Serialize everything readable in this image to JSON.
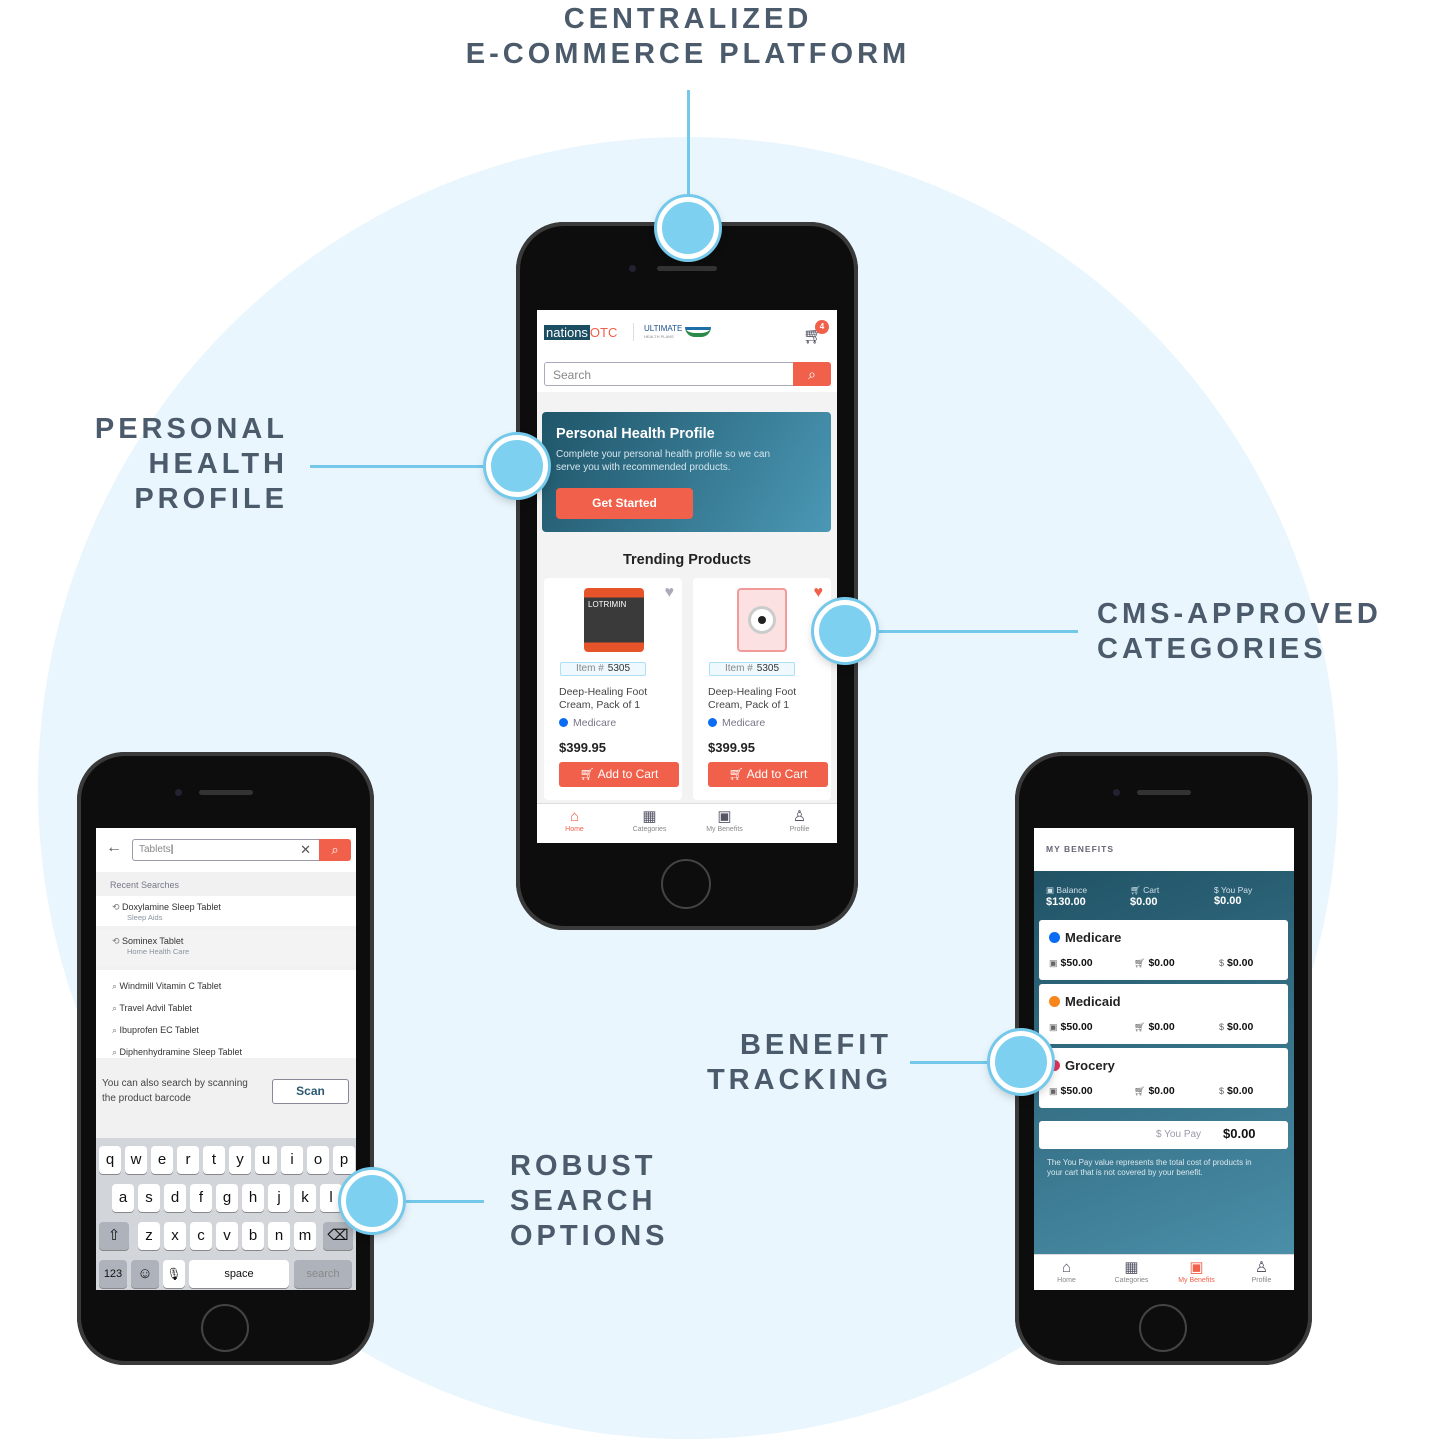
{
  "callouts": {
    "top": [
      "CENTRALIZED",
      "E-COMMERCE PLATFORM"
    ],
    "left": [
      "PERSONAL",
      "HEALTH",
      "PROFILE"
    ],
    "right": [
      "CMS-APPROVED",
      "CATEGORIES"
    ],
    "benefit": [
      "BENEFIT",
      "TRACKING"
    ],
    "search": [
      "ROBUST",
      "SEARCH",
      "OPTIONS"
    ]
  },
  "colors": {
    "accent": "#f0604a",
    "callout": "#74c8ea",
    "teal": "#2c6a80"
  },
  "home": {
    "logo_nations": "nations",
    "logo_otc": "OTC",
    "partner_logo": "ULTIMATE",
    "partner_sub": "HEALTH PLANS",
    "cart_count": "4",
    "search_placeholder": "Search",
    "banner": {
      "title": "Personal Health Profile",
      "text": "Complete your personal health profile so we can serve you with recommended products.",
      "button": "Get Started"
    },
    "trending_title": "Trending Products",
    "products": [
      {
        "item_label": "Item #",
        "item_no": "5305",
        "name": "Deep-Healing Foot Cream, Pack of 1",
        "plan": "Medicare",
        "price": "$399.95",
        "button": "Add to Cart",
        "favorite": false,
        "image_text": "LOTRIMIN"
      },
      {
        "item_label": "Item #",
        "item_no": "5305",
        "name": "Deep-Healing Foot Cream, Pack of 1",
        "plan": "Medicare",
        "price": "$399.95",
        "button": "Add to Cart",
        "favorite": true
      }
    ],
    "nav": [
      "Home",
      "Categories",
      "My Benefits",
      "Profile"
    ]
  },
  "search": {
    "query": "Tablets",
    "recent_title": "Recent Searches",
    "recent": [
      {
        "name": "Doxylamine Sleep Tablet",
        "category": "Sleep Aids"
      },
      {
        "name": "Sominex Tablet",
        "category": "Home Health Care"
      }
    ],
    "suggestions": [
      "Windmill Vitamin C Tablet",
      "Travel Advil Tablet",
      "Ibuprofen EC Tablet",
      "Diphenhydramine Sleep Tablet"
    ],
    "scan_text": "You can also search by scanning the product barcode",
    "scan_button": "Scan",
    "keyboard": {
      "row1": [
        "q",
        "w",
        "e",
        "r",
        "t",
        "y",
        "u",
        "i",
        "o",
        "p"
      ],
      "row2": [
        "a",
        "s",
        "d",
        "f",
        "g",
        "h",
        "j",
        "k",
        "l"
      ],
      "row3": [
        "z",
        "x",
        "c",
        "v",
        "b",
        "n",
        "m"
      ],
      "numbers": "123",
      "space": "space",
      "action": "search"
    }
  },
  "benefits": {
    "title": "MY BENEFITS",
    "summary": [
      {
        "label": "Balance",
        "value": "$130.00"
      },
      {
        "label": "Cart",
        "value": "$0.00"
      },
      {
        "label": "You Pay",
        "value": "$0.00"
      }
    ],
    "plans": [
      {
        "name": "Medicare",
        "color": "#0a6cf2",
        "balance": "$50.00",
        "cart": "$0.00",
        "pay": "$0.00"
      },
      {
        "name": "Medicaid",
        "color": "#f7861c",
        "balance": "$50.00",
        "cart": "$0.00",
        "pay": "$0.00"
      },
      {
        "name": "Grocery",
        "color": "#e0325f",
        "balance": "$50.00",
        "cart": "$0.00",
        "pay": "$0.00"
      }
    ],
    "you_pay_label": "You Pay",
    "you_pay_value": "$0.00",
    "note": "The You Pay value represents the total cost of products in your cart that is not covered by your benefit.",
    "nav": [
      "Home",
      "Categories",
      "My Benefits",
      "Profile"
    ]
  }
}
